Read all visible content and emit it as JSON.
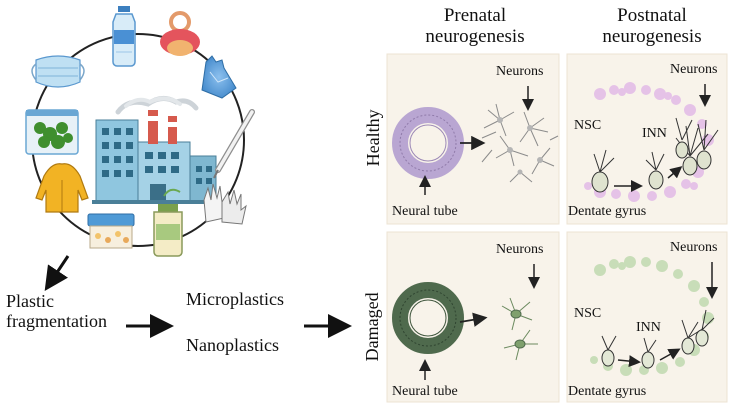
{
  "columns": {
    "prenatal": [
      "Prenatal",
      "neurogenesis"
    ],
    "postnatal": [
      "Postnatal",
      "neurogenesis"
    ]
  },
  "rows": {
    "healthy": "Healthy",
    "damaged": "Damaged"
  },
  "flow": {
    "fragmentation": [
      "Plastic",
      "fragmentation"
    ],
    "micro": "Microplastics",
    "nano": "Nanoplastics"
  },
  "labels": {
    "neurons": "Neurons",
    "neural_tube": "Neural tube",
    "dentate_gyrus": "Dentate gyrus",
    "nsc": "NSC",
    "inn": "INN"
  },
  "sources": [
    "water-bottle-icon",
    "pacifier-icon",
    "plastic-bag-icon",
    "pipette-icon",
    "gloves-icon",
    "wash-bottle-icon",
    "food-container-icon",
    "raincoat-icon",
    "food-bag-icon",
    "face-mask-icon",
    "factory-icon"
  ],
  "colors": {
    "healthy_tube": "#b9a6d2",
    "damaged_tube": "#4f6a4d",
    "healthy_glow": "#d79be6",
    "damaged_glow": "#a9cf98",
    "panel_bg": "#f8f3ea",
    "arrow": "#111111"
  }
}
